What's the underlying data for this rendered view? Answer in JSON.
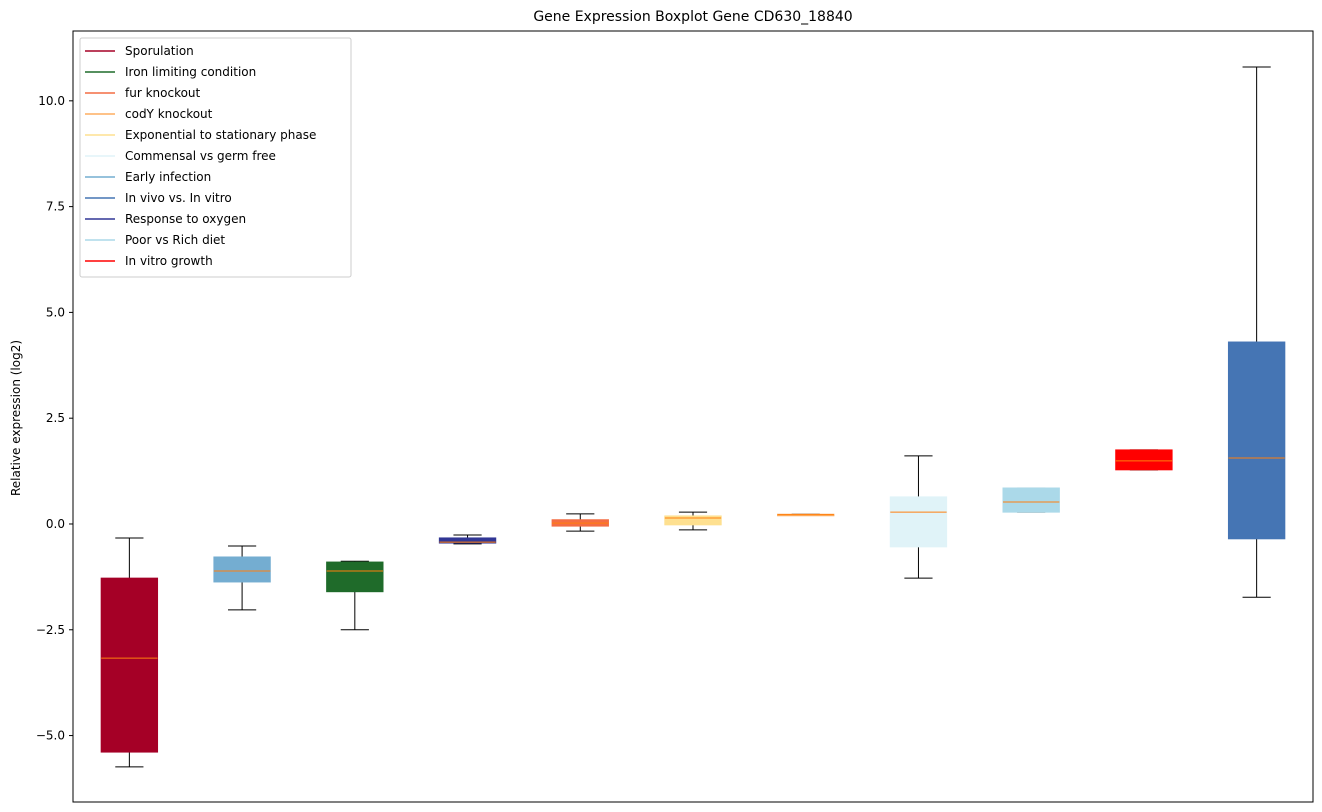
{
  "chart_data": {
    "type": "boxplot",
    "title": "Gene Expression Boxplot Gene CD630_18840",
    "xlabel": "",
    "ylabel": "Relative expression (log2)",
    "ylim": [
      -6.57,
      11.65
    ],
    "xlim": [
      0.5,
      11.5
    ],
    "yticks": [
      -5.0,
      -2.5,
      0.0,
      2.5,
      5.0,
      7.5,
      10.0
    ],
    "ytick_labels": [
      "−5.0",
      "−2.5",
      "0.0",
      "2.5",
      "5.0",
      "7.5",
      "10.0"
    ],
    "grid": false,
    "legend_position": "top-left",
    "legend": [
      {
        "label": "Sporulation",
        "color": "#a50026"
      },
      {
        "label": "Iron limiting condition",
        "color": "#1f6b2a"
      },
      {
        "label": "fur knockout",
        "color": "#f46d43"
      },
      {
        "label": "codY knockout",
        "color": "#fdae61"
      },
      {
        "label": "Exponential to stationary phase",
        "color": "#fee090"
      },
      {
        "label": "Commensal vs germ free",
        "color": "#e0f3f8"
      },
      {
        "label": "Early infection",
        "color": "#74add1"
      },
      {
        "label": "In vivo vs. In vitro",
        "color": "#4575b4"
      },
      {
        "label": "Response to oxygen",
        "color": "#313695"
      },
      {
        "label": "Poor vs Rich diet",
        "color": "#abd9e9"
      },
      {
        "label": "In vitro growth",
        "color": "#ff0000"
      }
    ],
    "median_color": "#ff7f0e",
    "series": [
      {
        "name": "Sporulation",
        "color": "#a50026",
        "whisker_low": -5.74,
        "q1": -5.39,
        "median": -3.17,
        "q3": -1.28,
        "whisker_high": -0.33
      },
      {
        "name": "Early infection",
        "color": "#74add1",
        "whisker_low": -2.03,
        "q1": -1.37,
        "median": -1.11,
        "q3": -0.78,
        "whisker_high": -0.52
      },
      {
        "name": "Iron limiting condition",
        "color": "#1f6b2a",
        "whisker_low": -2.5,
        "q1": -1.6,
        "median": -1.11,
        "q3": -0.9,
        "whisker_high": -0.88
      },
      {
        "name": "Response to oxygen",
        "color": "#313695",
        "whisker_low": -0.47,
        "q1": -0.45,
        "median": -0.43,
        "q3": -0.33,
        "whisker_high": -0.26
      },
      {
        "name": "fur knockout",
        "color": "#f46d43",
        "whisker_low": -0.17,
        "q1": -0.05,
        "median": 0.02,
        "q3": 0.1,
        "whisker_high": 0.24
      },
      {
        "name": "Exponential to stationary phase",
        "color": "#fee090",
        "whisker_low": -0.14,
        "q1": -0.02,
        "median": 0.14,
        "q3": 0.19,
        "whisker_high": 0.28
      },
      {
        "name": "codY knockout",
        "color": "#fdae61",
        "whisker_low": 0.21,
        "q1": 0.21,
        "median": 0.22,
        "q3": 0.23,
        "whisker_high": 0.23
      },
      {
        "name": "Commensal vs germ free",
        "color": "#e0f3f8",
        "whisker_low": -1.28,
        "q1": -0.54,
        "median": 0.28,
        "q3": 0.64,
        "whisker_high": 1.61
      },
      {
        "name": "Poor vs Rich diet",
        "color": "#abd9e9",
        "whisker_low": 0.28,
        "q1": 0.28,
        "median": 0.52,
        "q3": 0.85,
        "whisker_high": 0.85
      },
      {
        "name": "In vitro growth",
        "color": "#ff0000",
        "whisker_low": 1.28,
        "q1": 1.28,
        "median": 1.49,
        "q3": 1.75,
        "whisker_high": 1.75
      },
      {
        "name": "In vivo vs. In vitro",
        "color": "#4575b4",
        "whisker_low": -1.73,
        "q1": -0.35,
        "median": 1.56,
        "q3": 4.3,
        "whisker_high": 10.8
      }
    ]
  }
}
